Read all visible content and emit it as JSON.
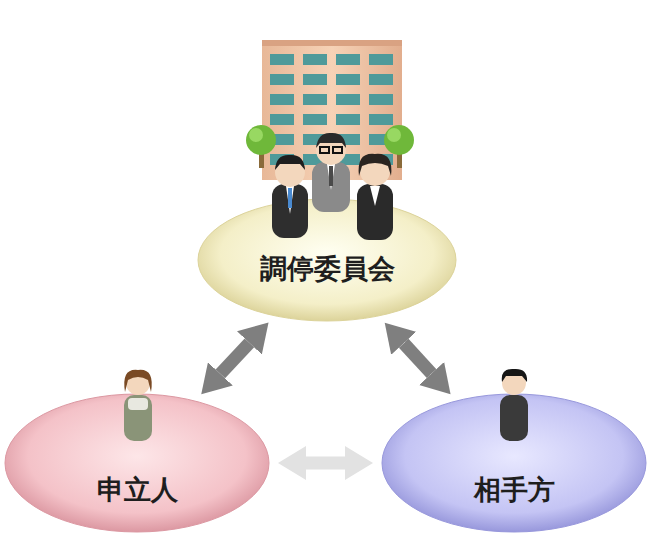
{
  "diagram": {
    "nodes": [
      {
        "text": [
          "調停委員会"
        ]
      },
      {
        "text": [
          "申立人"
        ]
      },
      {
        "text": [
          "相手方"
        ]
      }
    ],
    "edges": [
      {
        "from": 1,
        "to": 0,
        "arrow": "both"
      },
      {
        "from": 0,
        "to": 2,
        "arrow": "both"
      },
      {
        "from": 1,
        "to": 2,
        "arrow": "both"
      }
    ]
  }
}
